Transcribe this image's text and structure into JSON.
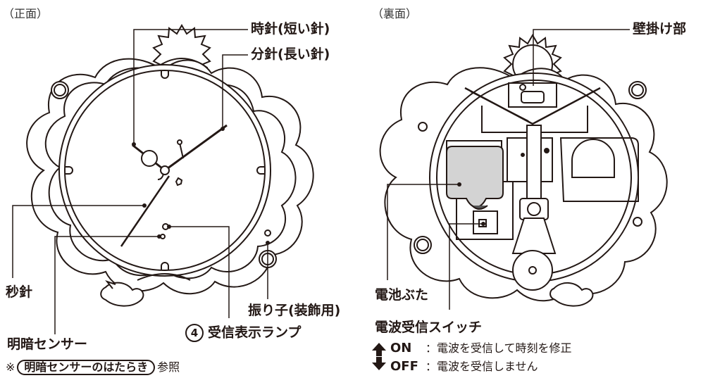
{
  "front": {
    "title": "（正面）",
    "hour_hand": "時針(短い針)",
    "minute_hand": "分針(長い針)",
    "second_hand": "秒針",
    "pendulum": "振り子(装飾用)",
    "indicator_num": "4",
    "indicator": "受信表示ランプ",
    "light_sensor": "明暗センサー",
    "note_mark": "※",
    "note_link": "明暗センサーのはたらき",
    "note_suffix": "参照"
  },
  "back": {
    "title": "（裏面）",
    "wall_hook": "壁掛け部",
    "battery_cover": "電池ぶた",
    "switch": "電波受信スイッチ",
    "on_label": "ON",
    "on_desc": "：電波を受信して時刻を修正",
    "off_label": "OFF",
    "off_desc": "：電波を受信しません"
  },
  "colors": {
    "line": "#231815",
    "battery": "#d3d3d3"
  }
}
